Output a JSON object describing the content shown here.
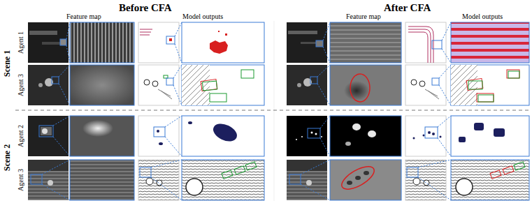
{
  "diagram": {
    "labels": [
      "Before CFA",
      "After CFA",
      "Feature map",
      "Model outputs",
      "Feature map",
      "Model outputs",
      "Scene 1",
      "Agent 1",
      "Agent 3",
      "Scene 2",
      "Agent 2",
      "Agent 3"
    ]
  }
}
